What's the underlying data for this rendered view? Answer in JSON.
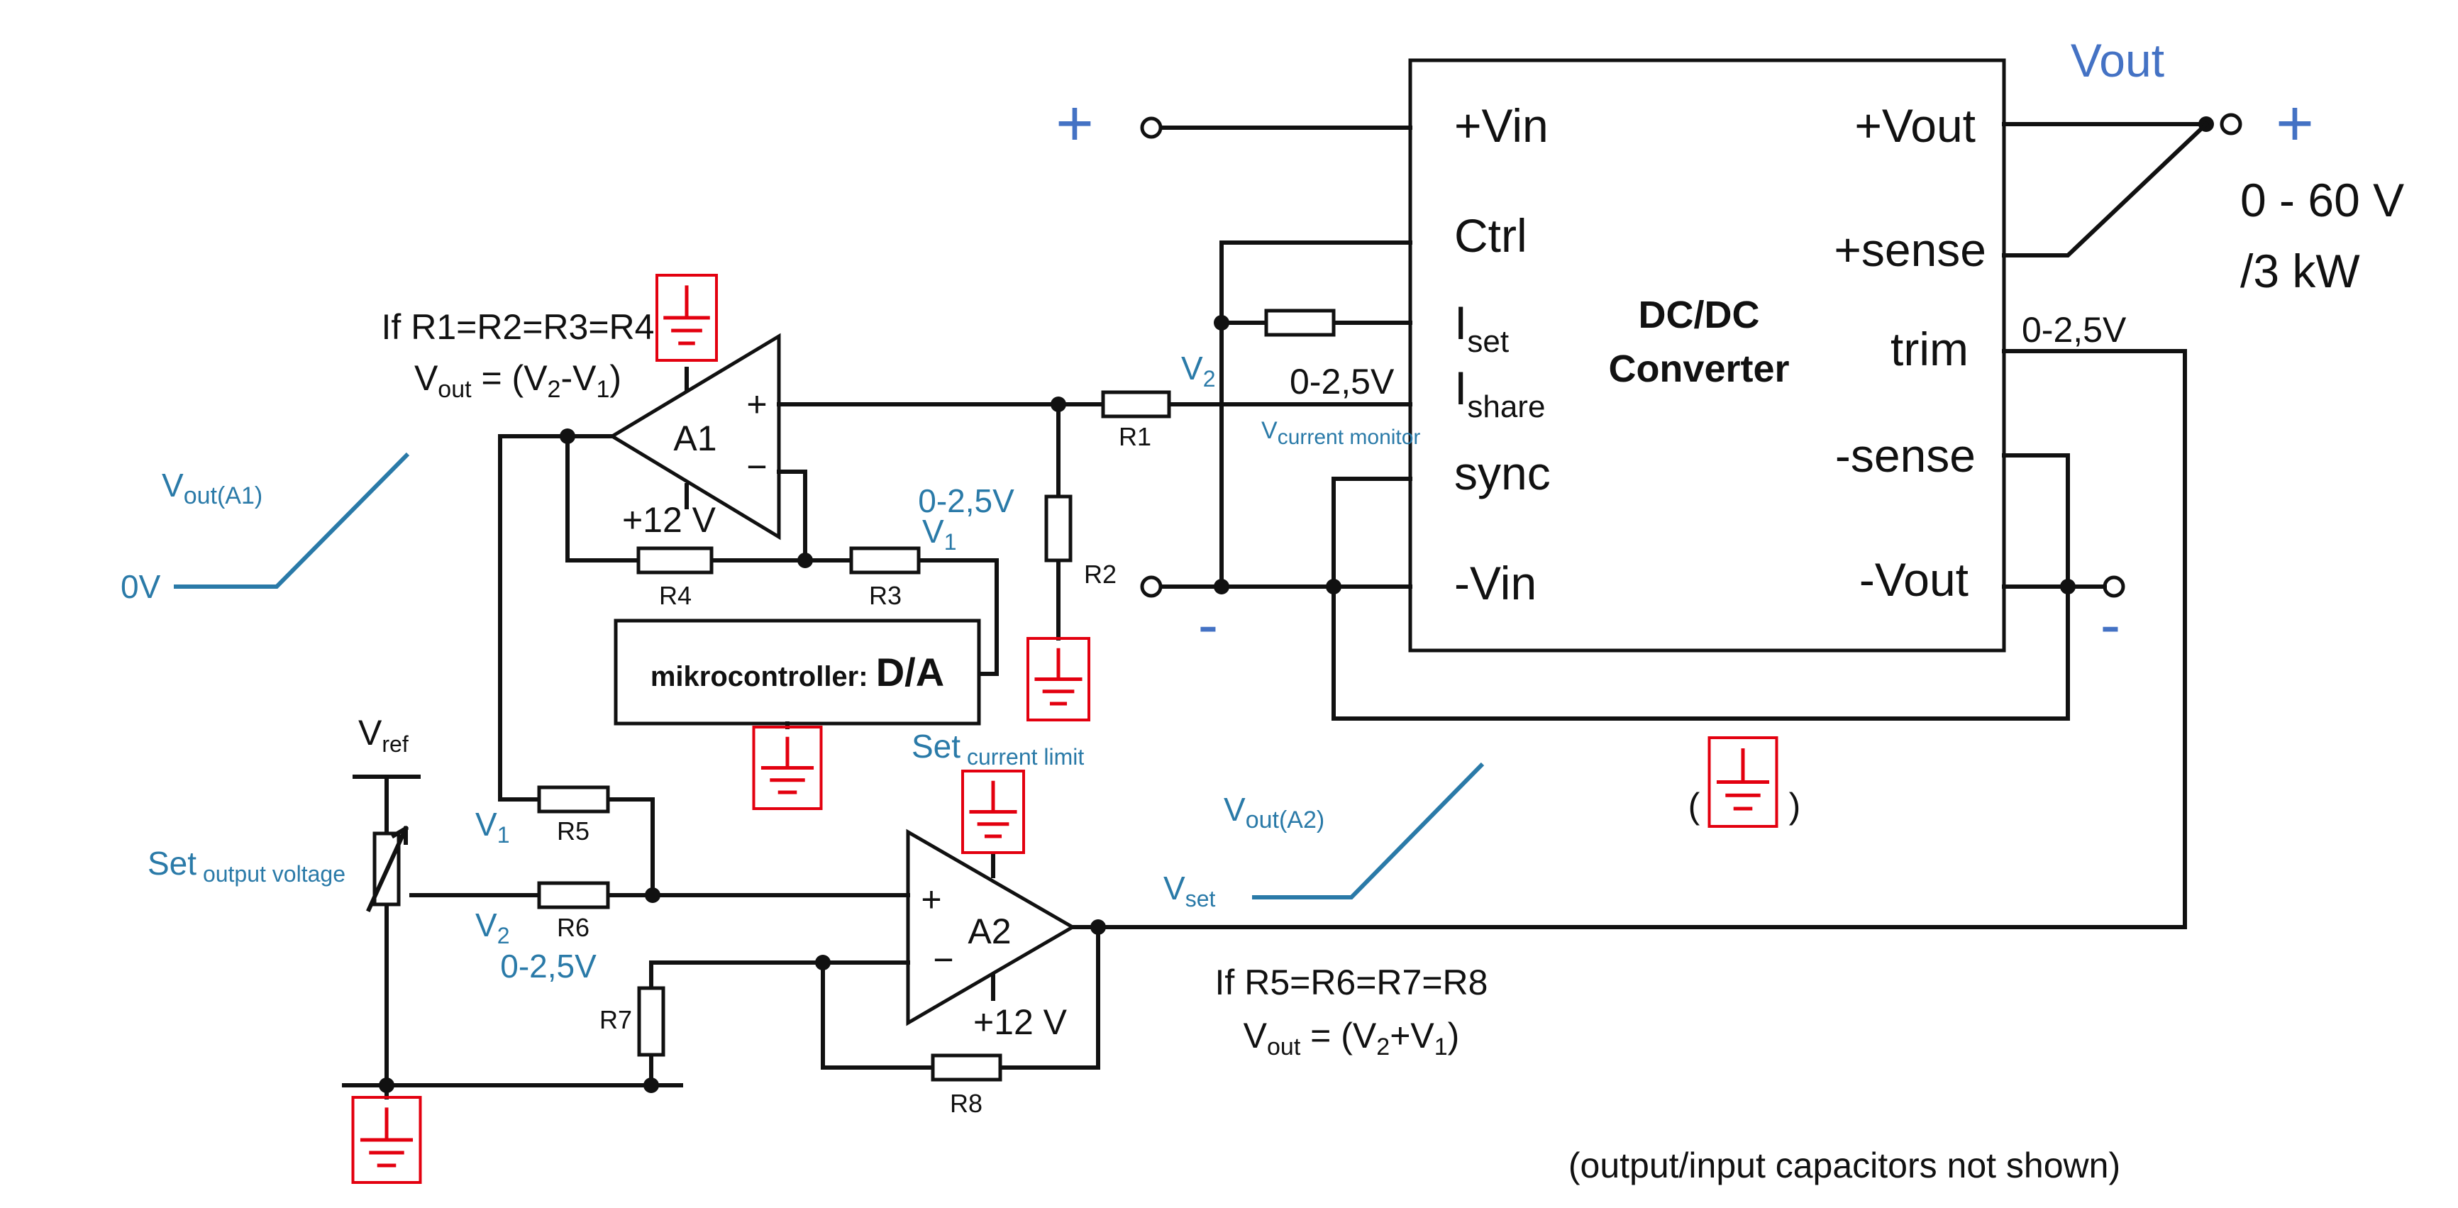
{
  "converter": {
    "title_line1": "DC/DC",
    "title_line2": "Converter",
    "pins_left": {
      "vin_plus": "+Vin",
      "ctrl": "Ctrl",
      "iset_main": "I",
      "iset_sub": "set",
      "ishare_main": "I",
      "ishare_sub": "share",
      "sync": "sync",
      "vin_minus": "-Vin"
    },
    "pins_right": {
      "vout_plus": "+Vout",
      "sense_plus": "+sense",
      "trim": "trim",
      "sense_minus": "-sense",
      "vout_minus": "-Vout"
    }
  },
  "output": {
    "label": "Vout",
    "plus": "+",
    "minus": "-",
    "rating_line1": "0 - 60 V",
    "rating_line2": "/3 kW"
  },
  "input": {
    "plus": "+",
    "minus": "-"
  },
  "trim_range": "0-2,5V",
  "ishare_range": "0-2,5V",
  "v_current_monitor": {
    "main": "V",
    "sub": "current monitor"
  },
  "v2_label": {
    "main": "V",
    "sub": "2"
  },
  "a1": {
    "name": "A1",
    "plus": "+",
    "minus": "−",
    "supply": "+12 V",
    "formula_line1": "If R1=R2=R3=R4",
    "formula_lhs_main": "V",
    "formula_lhs_sub": "out",
    "formula_mid": " = (V",
    "formula_s1": "2",
    "formula_op": "-V",
    "formula_s2": "1",
    "formula_end": ")"
  },
  "a2": {
    "name": "A2",
    "plus": "+",
    "minus": "−",
    "supply": "+12 V",
    "formula_line1": "If R5=R6=R7=R8",
    "formula_lhs_main": "V",
    "formula_lhs_sub": "out",
    "formula_mid": " = (V",
    "formula_s1": "2",
    "formula_op": "+V",
    "formula_s2": "1",
    "formula_end": ")"
  },
  "resistors": {
    "r1": "R1",
    "r2": "R2",
    "r3": "R3",
    "r4": "R4",
    "r5": "R5",
    "r6": "R6",
    "r7": "R7",
    "r8": "R8"
  },
  "mcu": {
    "prefix": "mikrocontroller: ",
    "name": "D/A"
  },
  "v1_range": "0-2,5V",
  "v1_label": {
    "main": "V",
    "sub": "1"
  },
  "set_current": {
    "main": "Set",
    "sub": " current limit"
  },
  "vref": {
    "main": "V",
    "sub": "ref"
  },
  "set_output": {
    "main": "Set",
    "sub": " output voltage"
  },
  "v1_left": {
    "main": "V",
    "sub": "1"
  },
  "v2_left": {
    "main": "V",
    "sub": "2"
  },
  "v2_left_range": "0-2,5V",
  "graph_a1": {
    "label_main": "V",
    "label_sub": "out(A1)",
    "zero": "0V"
  },
  "graph_a2": {
    "label_main": "V",
    "label_sub": "out(A2)",
    "vset_main": "V",
    "vset_sub": "set"
  },
  "chassis_ground": {
    "open": "(",
    "close": ")"
  },
  "footnote": "(output/input capacitors not shown)",
  "colors": {
    "wire": "#111111",
    "annotation": "#2a7aa8",
    "ground": "#e3000f",
    "polarity": "#4472c4"
  }
}
